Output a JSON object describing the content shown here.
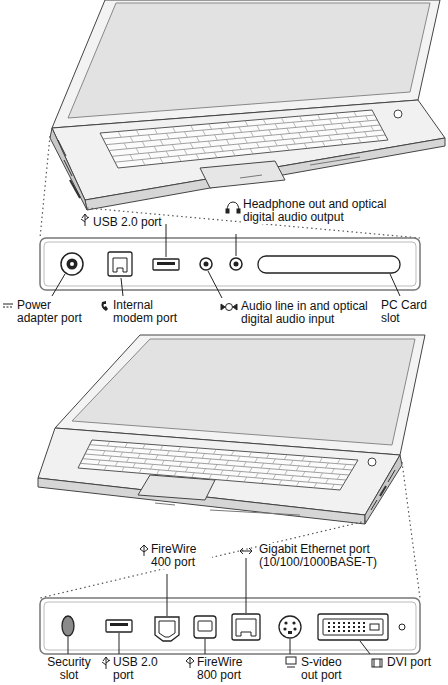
{
  "diagram": {
    "labels": [
      "USB 2.0 port",
      "Headphone out and optical digital audio output",
      "Power adapter port",
      "Internal modem port",
      "Audio line in and optical digital audio input",
      "PC Card slot",
      "FireWire 400 port",
      "Gigabit Ethernet port (10/100/1000BASE-T)",
      "Security slot",
      "USB 2.0 port",
      "FireWire 800 port",
      "S-video out port",
      "DVI port"
    ]
  }
}
